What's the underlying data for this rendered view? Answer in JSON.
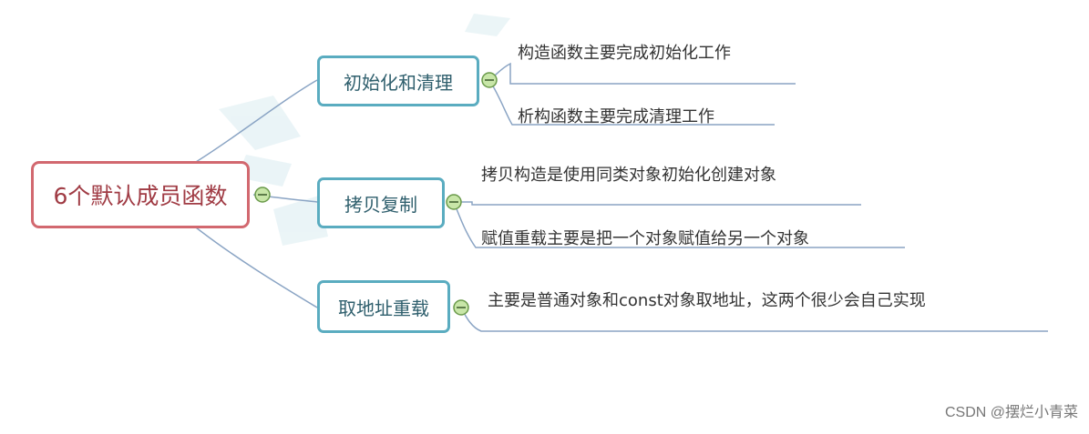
{
  "root": {
    "label": "6个默认成员函数"
  },
  "branches": [
    {
      "label": "初始化和清理",
      "leaves": [
        "构造函数主要完成初始化工作",
        "析构函数主要完成清理工作"
      ]
    },
    {
      "label": "拷贝复制",
      "leaves": [
        "拷贝构造是使用同类对象初始化创建对象",
        "赋值重载主要是把一个对象赋值给另一个对象"
      ]
    },
    {
      "label": "取地址重载",
      "leaves": [
        "主要是普通对象和const对象取地址，这两个很少会自己实现"
      ]
    }
  ],
  "watermark": "CSDN @摆烂小青菜",
  "colors": {
    "root_border": "#d2686f",
    "branch_border": "#5aacc0",
    "connector": "#8aa4c4",
    "collapse_fill": "#c8e6a8",
    "collapse_stroke": "#6a9a4a"
  }
}
